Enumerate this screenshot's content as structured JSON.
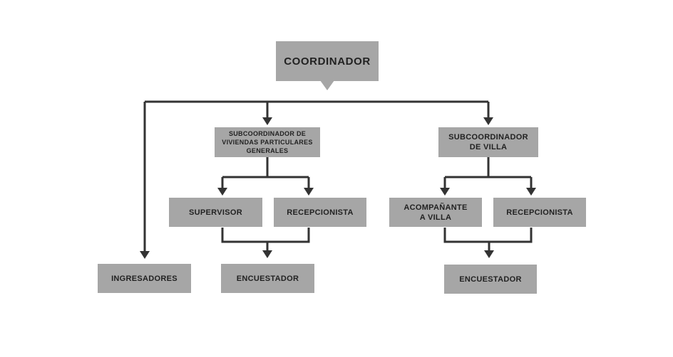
{
  "org_chart": {
    "root": {
      "label": "COORDINADOR"
    },
    "branches": [
      {
        "label": "INGRESADORES"
      },
      {
        "label": "SUBCOORDINADOR DE\nVIVIENDAS PARTICULARES\nGENERALES",
        "children": [
          {
            "label": "SUPERVISOR"
          },
          {
            "label": "RECEPCIONISTA"
          }
        ],
        "leaf": {
          "label": "ENCUESTADOR"
        }
      },
      {
        "label": "SUBCOORDINADOR\nDE VILLA",
        "children": [
          {
            "label": "ACOMPAÑANTE\nA VILLA"
          },
          {
            "label": "RECEPCIONISTA"
          }
        ],
        "leaf": {
          "label": "ENCUESTADOR"
        }
      }
    ],
    "colors": {
      "box": "#a6a6a6",
      "line": "#333333",
      "text": "#222222"
    }
  }
}
